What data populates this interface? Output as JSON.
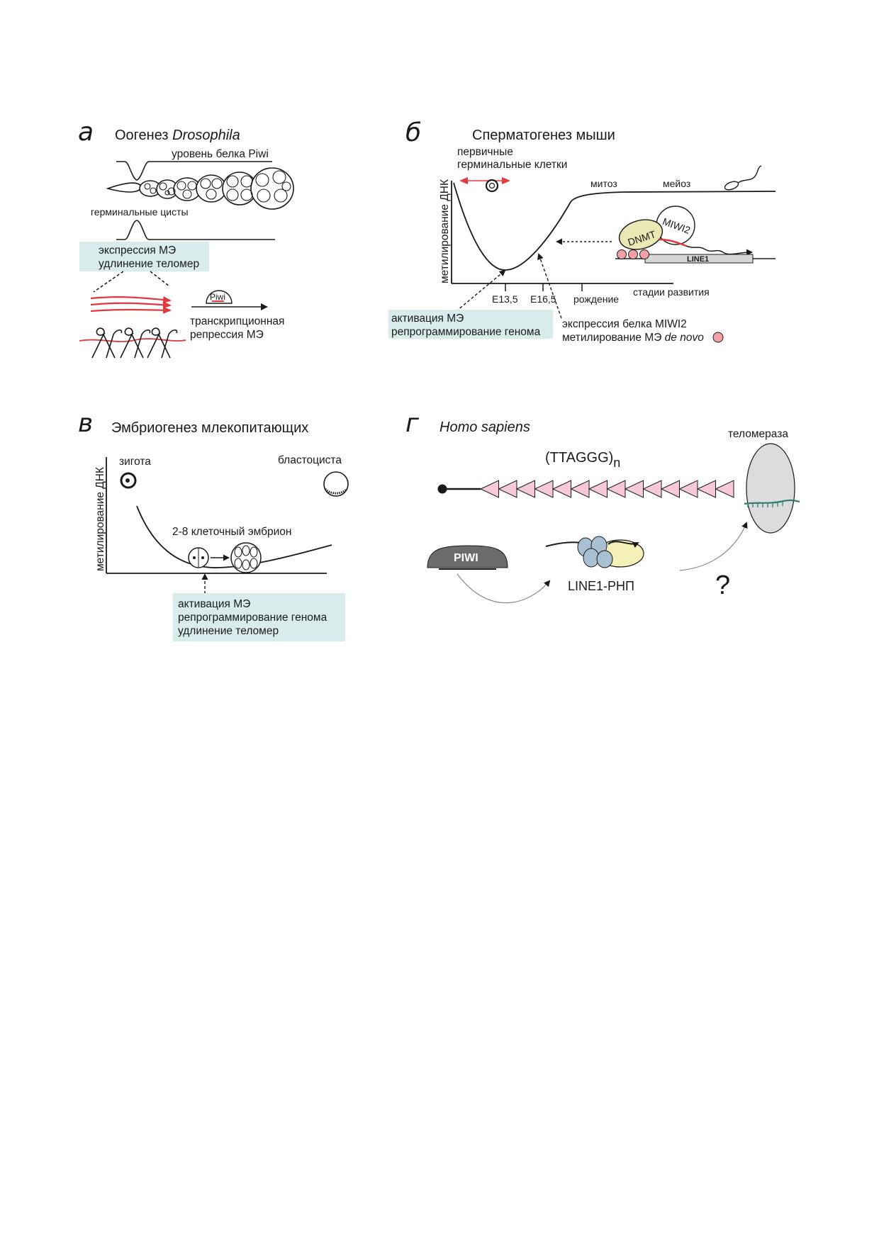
{
  "panel_a": {
    "letter": "а",
    "title": "Оогенез",
    "title_species": "Drosophila",
    "piwi_level_label": "уровень белка Piwi",
    "cysts_label": "герминальные цисты",
    "box_lines": [
      "экспрессия МЭ",
      "удлинение теломер"
    ],
    "piwi_tag": "Piwi",
    "repression_lines": [
      "транскрипционная",
      "репрессия МЭ"
    ]
  },
  "panel_b": {
    "letter": "б",
    "title": "Сперматогенез мыши",
    "pgc_lines": [
      "первичные",
      "герминальные клетки"
    ],
    "y_axis": "метилирование ДНК",
    "x_axis": "стадии развития",
    "ticks": [
      "E13,5",
      "E16,5",
      "рождение"
    ],
    "phase_labels": [
      "митоз",
      "мейоз"
    ],
    "dnmt": "DNMT",
    "miwi2": "MIWI2",
    "line1": "LINE1",
    "box_lines": [
      "активация МЭ",
      "репрограммирование генома"
    ],
    "note_line1": "экспрессия белка MIWI2",
    "note_line2_prefix": "метилирование МЭ ",
    "note_line2_italic": "de novo"
  },
  "panel_c": {
    "letter": "в",
    "title": "Эмбриогенез млекопитающих",
    "y_axis": "метилирование ДНК",
    "zygote": "зигота",
    "blastocyst": "бластоциста",
    "embryo": "2-8 клеточный эмбрион",
    "box_lines": [
      "активация МЭ",
      "репрограммирование генома",
      "удлинение теломер"
    ]
  },
  "panel_d": {
    "letter": "г",
    "title": "Homo sapiens",
    "repeat": "(TTAGGG)",
    "repeat_sub": "n",
    "telomerase": "теломераза",
    "piwi": "PIWI",
    "rnp": "LINE1-РНП",
    "question": "?"
  },
  "colors": {
    "teal_box": "#d8ecec",
    "red": "#e0393e",
    "pink": "#f7c9d8",
    "pink_dot": "#f2a0a6",
    "dnmt_fill": "#ece8b4",
    "blue_prot": "#a9c0d2",
    "green": "#2f7d6e"
  }
}
